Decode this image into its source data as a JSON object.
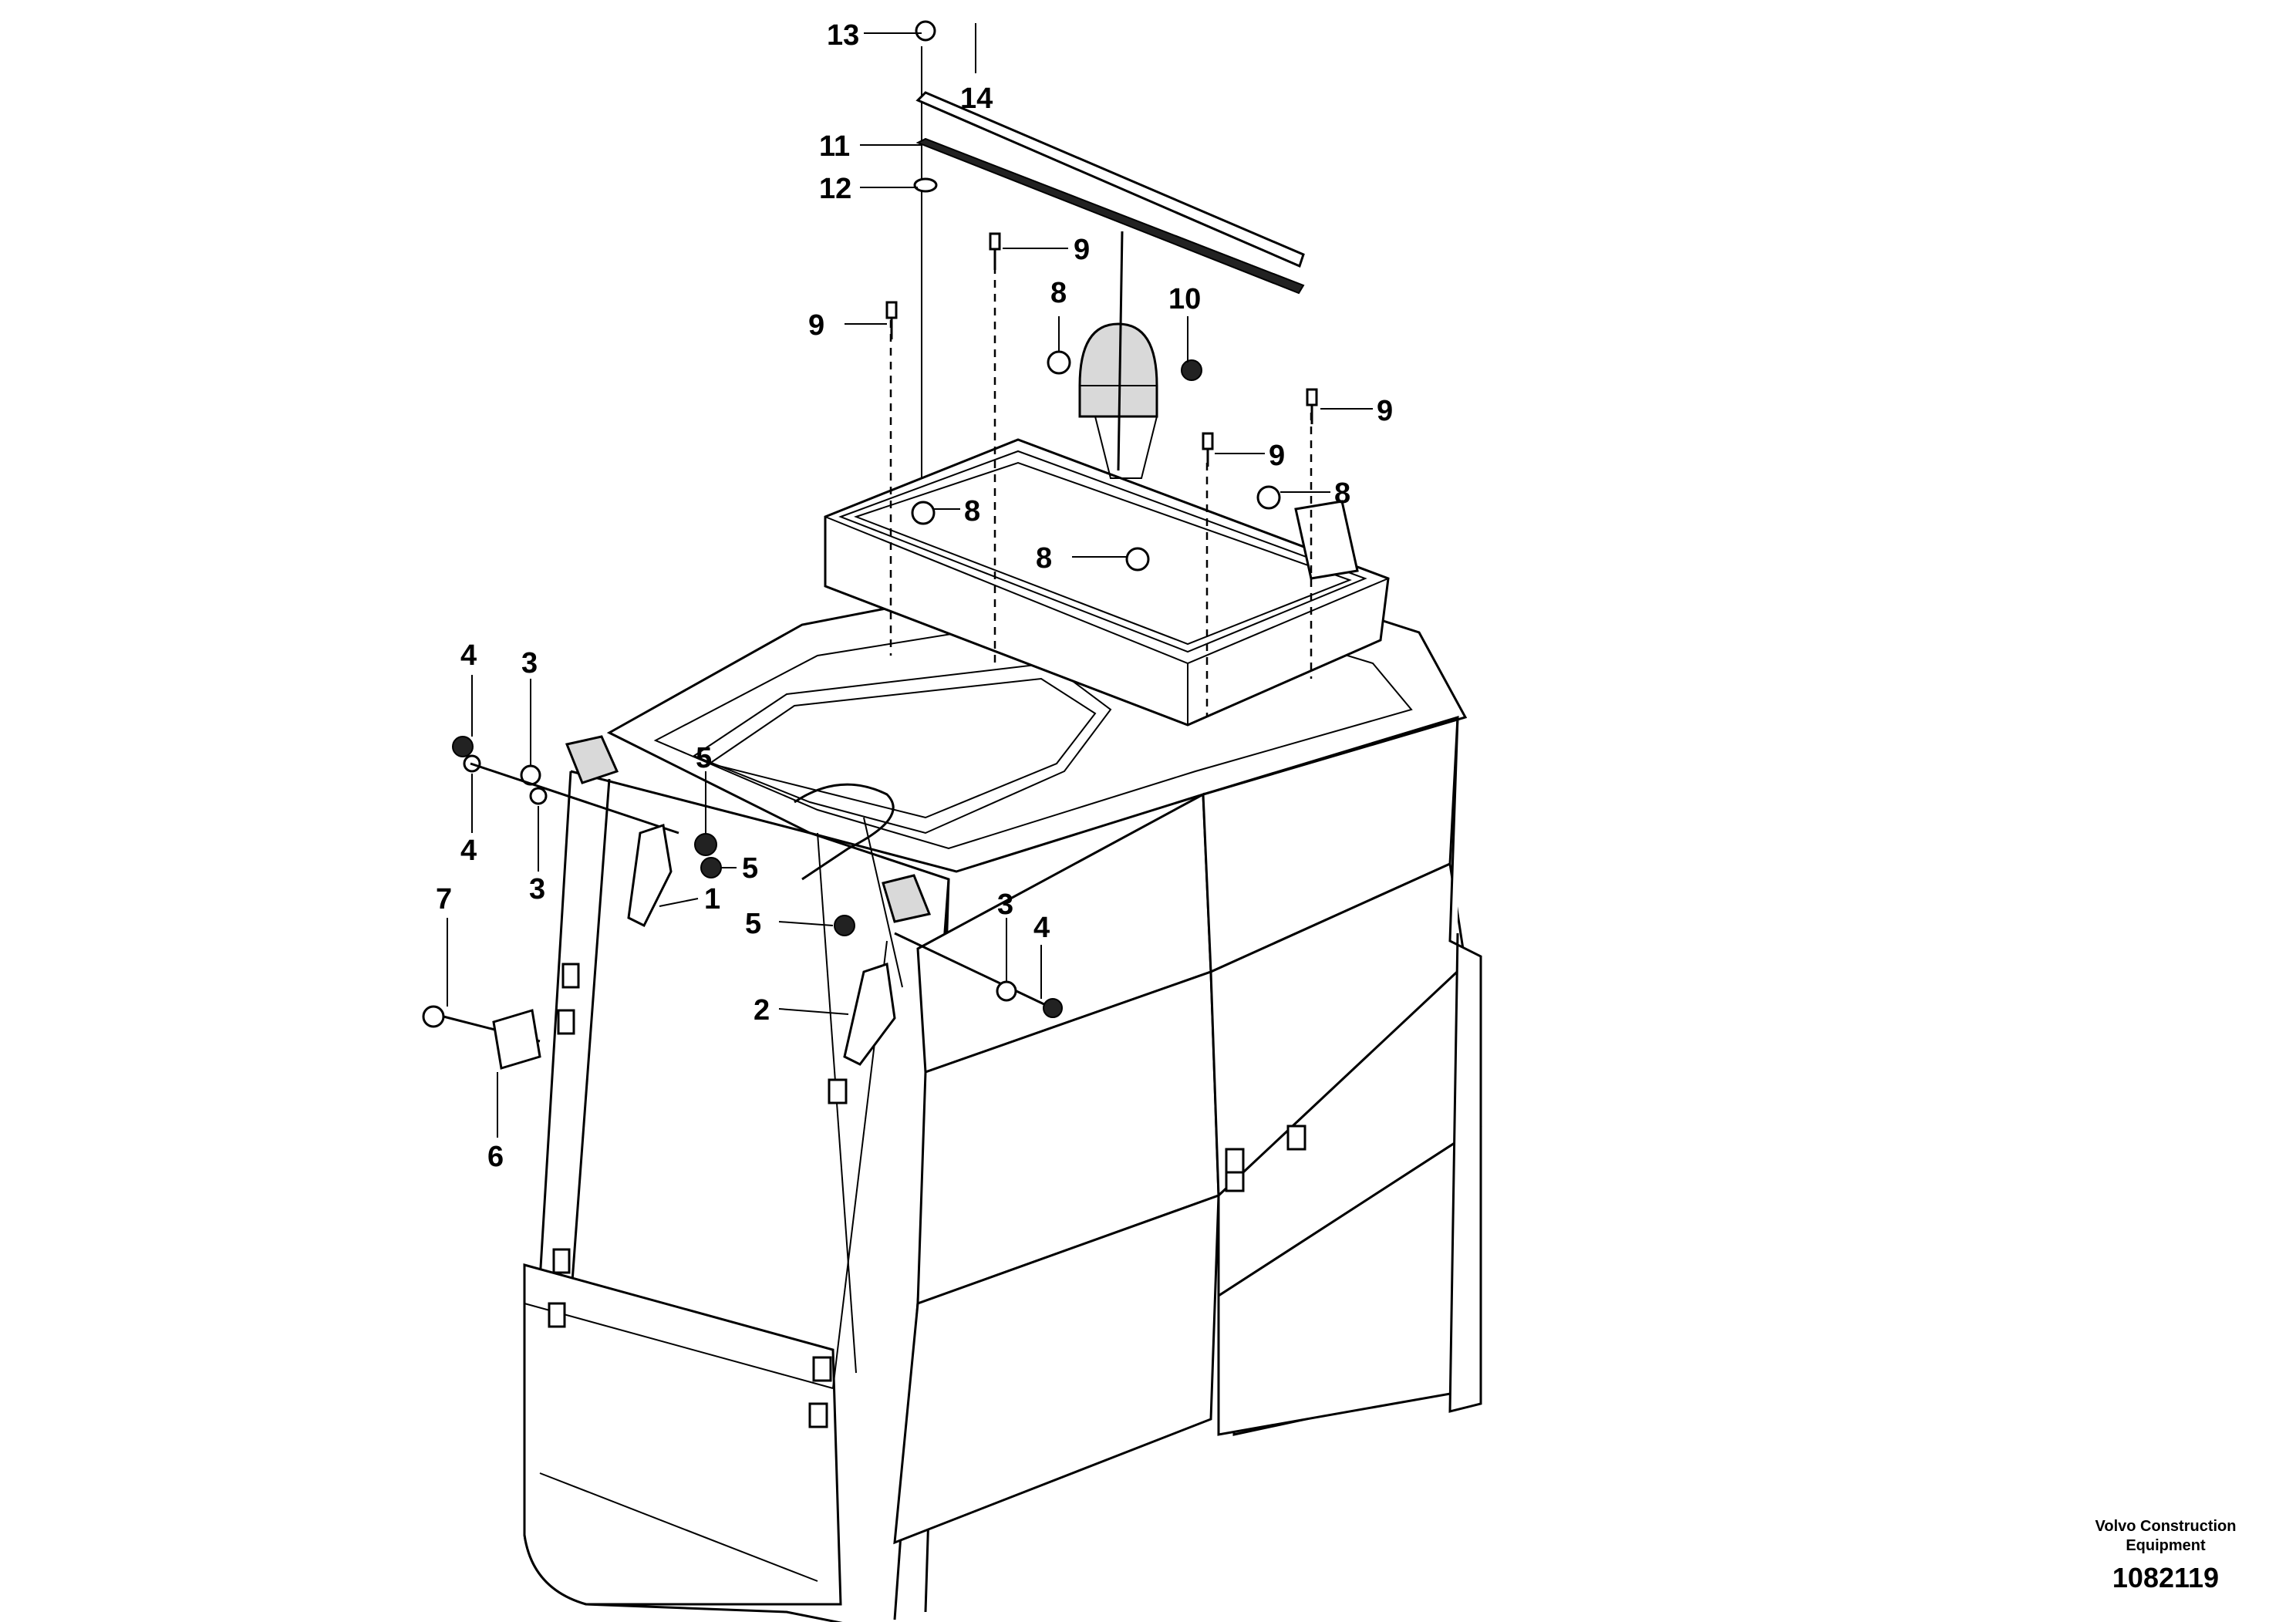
{
  "callouts": {
    "c1": "1",
    "c2": "2",
    "c3a": "3",
    "c3b": "3",
    "c3c": "3",
    "c4a": "4",
    "c4b": "4",
    "c4c": "4",
    "c5a": "5",
    "c5b": "5",
    "c5c": "5",
    "c6": "6",
    "c7": "7",
    "c8a": "8",
    "c8b": "8",
    "c8c": "8",
    "c8d": "8",
    "c9a": "9",
    "c9b": "9",
    "c9c": "9",
    "c9d": "9",
    "c10": "10",
    "c11": "11",
    "c12": "12",
    "c13": "13",
    "c14": "14"
  },
  "footer": {
    "brand_line1": "Volvo Construction",
    "brand_line2": "Equipment",
    "drawing_number": "1082119"
  }
}
